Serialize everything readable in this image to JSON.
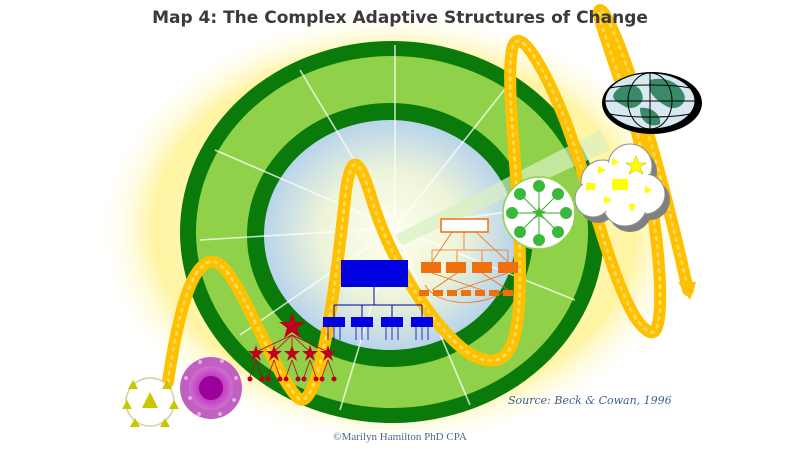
{
  "title": "Map 4: The Complex Adaptive Structures of Change",
  "source": "Source: Beck & Cowan, 1996",
  "copyright": "©Marilyn  Hamilton  PhD CPA",
  "colors": {
    "outer_ring": "#0a7a0a",
    "inner_band": "#8fd24a",
    "spiral": "#ffc000",
    "glow": "#fff7b0",
    "hierarchy_blue": "#0000e0",
    "network_orange": "#f07010",
    "tribal_red": "#c0001a",
    "purple_circle": "#a000a0"
  },
  "icons": [
    "tribal-triangles-icon",
    "purple-clan-icon",
    "red-stars-hierarchy-icon",
    "blue-hierarchy-chart-icon",
    "orange-network-chart-icon",
    "green-hub-network-icon",
    "yellow-cloud-system-icon",
    "globe-icon"
  ]
}
